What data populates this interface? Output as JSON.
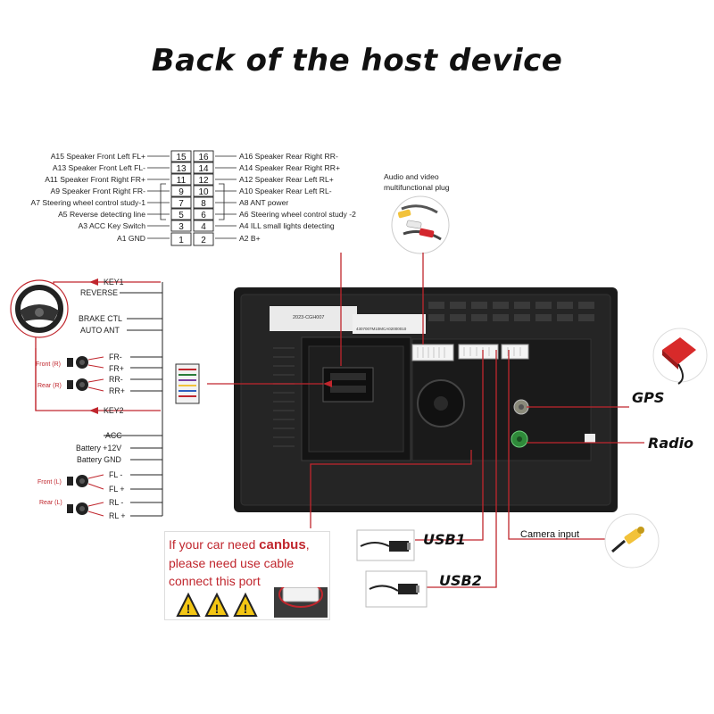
{
  "title": "Back of the host device",
  "pin_table": {
    "left_labels": [
      "A15 Speaker Front Left FL+",
      "A13 Speaker Front Left FL-",
      "A11 Speaker Front Right FR+",
      "A9 Speaker Front Right FR-",
      "A7 Steering wheel control study-1",
      "A5 Reverse detecting line",
      "A3 ACC Key Switch",
      "A1 GND"
    ],
    "right_labels": [
      "A16 Speaker Rear Right RR-",
      "A14 Speaker Rear Right RR+",
      "A12 Speaker Rear Left RL+",
      "A10 Speaker Rear Left RL-",
      "A8 ANT power",
      "A6 Steering wheel control study -2",
      "A4 ILL small lights detecting",
      "A2 B+"
    ],
    "left_pins": [
      "15",
      "13",
      "11",
      "9",
      "7",
      "5",
      "3",
      "1"
    ],
    "right_pins": [
      "16",
      "14",
      "12",
      "10",
      "8",
      "6",
      "4",
      "2"
    ]
  },
  "av_plug": {
    "line1": "Audio and video",
    "line2": "multifunctional plug"
  },
  "wires": {
    "key1": "KEY1",
    "reverse": "REVERSE",
    "brake": "BRAKE CTL",
    "auto_ant": "AUTO ANT",
    "fr_minus": "FR-",
    "fr_plus": "FR+",
    "rr_minus": "RR-",
    "rr_plus": "RR+",
    "key2": "KEY2",
    "acc": "ACC",
    "battery": "Battery +12V",
    "gnd": "Battery GND",
    "fl_minus": "FL -",
    "fl_plus": "FL +",
    "rl_minus": "RL -",
    "rl_plus": "RL +"
  },
  "speaker_labels": {
    "front_r": "Front (R)",
    "rear_r": "Rear (R)",
    "front_l": "Front (L)",
    "rear_l": "Rear (L)"
  },
  "callouts": {
    "gps": "GPS",
    "radio": "Radio",
    "usb1": "USB1",
    "usb2": "USB2",
    "camera": "Camera input"
  },
  "device_stickers": {
    "sticker1": "2023-CGH007",
    "sticker2": "4307007M10MCA02000010"
  },
  "canbus": {
    "line1_pre": "If your car need ",
    "line1_bold": "canbus",
    "line1_post": ",",
    "line2": "please need use cable",
    "line3": "connect this port"
  },
  "colors": {
    "wire_red": "#c0262d",
    "wire_dark": "#222222",
    "device_body": "#1c1c1c",
    "warning_yellow": "#f3c614"
  }
}
